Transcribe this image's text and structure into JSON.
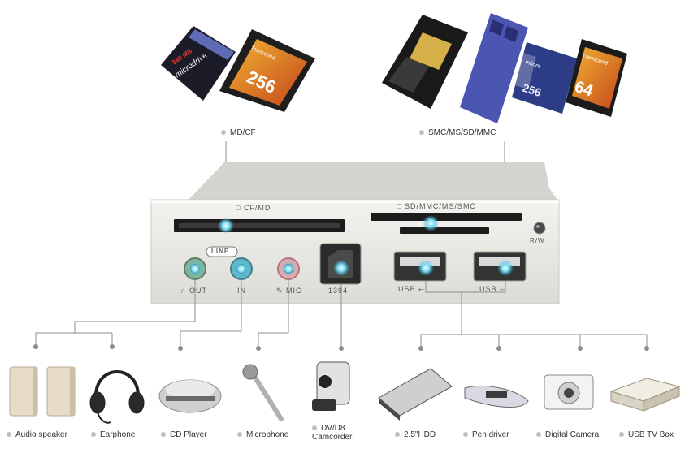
{
  "top_labels": {
    "mdcf": "MD/CF",
    "smc": "SMC/MS/SD/MMC"
  },
  "cards": {
    "microdrive_capacity": "340 MB",
    "microdrive_name": "microdrive",
    "cf_brand": "Transcend",
    "cf_size": "256",
    "sd_brand": "Infinet",
    "sd_size": "256",
    "card64_brand": "Transcend",
    "card64_size": "64"
  },
  "panel": {
    "cf_slot": "CF/MD",
    "sd_slot": "SD/MMC/MS/SMC",
    "rw": "R/W",
    "line": "LINE",
    "out": "OUT",
    "in": "IN",
    "mic": "MIC",
    "firewire": "1394",
    "usb_left": "USB",
    "usb_right": "USB"
  },
  "devices": [
    {
      "label": "Audio speaker"
    },
    {
      "label": "Earphone"
    },
    {
      "label": "CD Player"
    },
    {
      "label": "Microphone"
    },
    {
      "label": "DV/D8 Camcorder"
    },
    {
      "label": "2.5\"HDD"
    },
    {
      "label": "Pen driver"
    },
    {
      "label": "Digital Camera"
    },
    {
      "label": "USB TV Box"
    }
  ],
  "colors": {
    "accent": "#2fb6d8",
    "panel": "#ecebe6",
    "line": "#8c8c8c"
  }
}
